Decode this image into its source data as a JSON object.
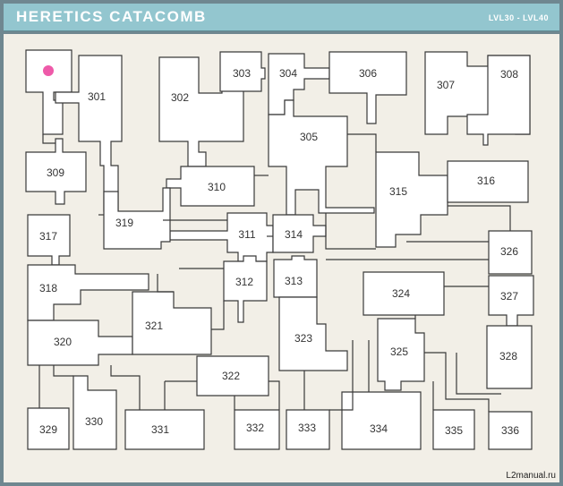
{
  "header": {
    "title": "HERETICS CATACOMB",
    "levels": "LVL30 - LVL40"
  },
  "marker": {
    "color": "#ee5aa9"
  },
  "rooms": [
    {
      "id": "301",
      "label": "301"
    },
    {
      "id": "302",
      "label": "302"
    },
    {
      "id": "303",
      "label": "303"
    },
    {
      "id": "304",
      "label": "304"
    },
    {
      "id": "305",
      "label": "305"
    },
    {
      "id": "306",
      "label": "306"
    },
    {
      "id": "307",
      "label": "307"
    },
    {
      "id": "308",
      "label": "308"
    },
    {
      "id": "309",
      "label": "309"
    },
    {
      "id": "310",
      "label": "310"
    },
    {
      "id": "311",
      "label": "311"
    },
    {
      "id": "312",
      "label": "312"
    },
    {
      "id": "313",
      "label": "313"
    },
    {
      "id": "314",
      "label": "314"
    },
    {
      "id": "315",
      "label": "315"
    },
    {
      "id": "316",
      "label": "316"
    },
    {
      "id": "317",
      "label": "317"
    },
    {
      "id": "318",
      "label": "318"
    },
    {
      "id": "319",
      "label": "319"
    },
    {
      "id": "320",
      "label": "320"
    },
    {
      "id": "321",
      "label": "321"
    },
    {
      "id": "322",
      "label": "322"
    },
    {
      "id": "323",
      "label": "323"
    },
    {
      "id": "324",
      "label": "324"
    },
    {
      "id": "325",
      "label": "325"
    },
    {
      "id": "326",
      "label": "326"
    },
    {
      "id": "327",
      "label": "327"
    },
    {
      "id": "328",
      "label": "328"
    },
    {
      "id": "329",
      "label": "329"
    },
    {
      "id": "330",
      "label": "330"
    },
    {
      "id": "331",
      "label": "331"
    },
    {
      "id": "332",
      "label": "332"
    },
    {
      "id": "333",
      "label": "333"
    },
    {
      "id": "334",
      "label": "334"
    },
    {
      "id": "335",
      "label": "335"
    },
    {
      "id": "336",
      "label": "336"
    }
  ],
  "credit": "L2manual.ru"
}
